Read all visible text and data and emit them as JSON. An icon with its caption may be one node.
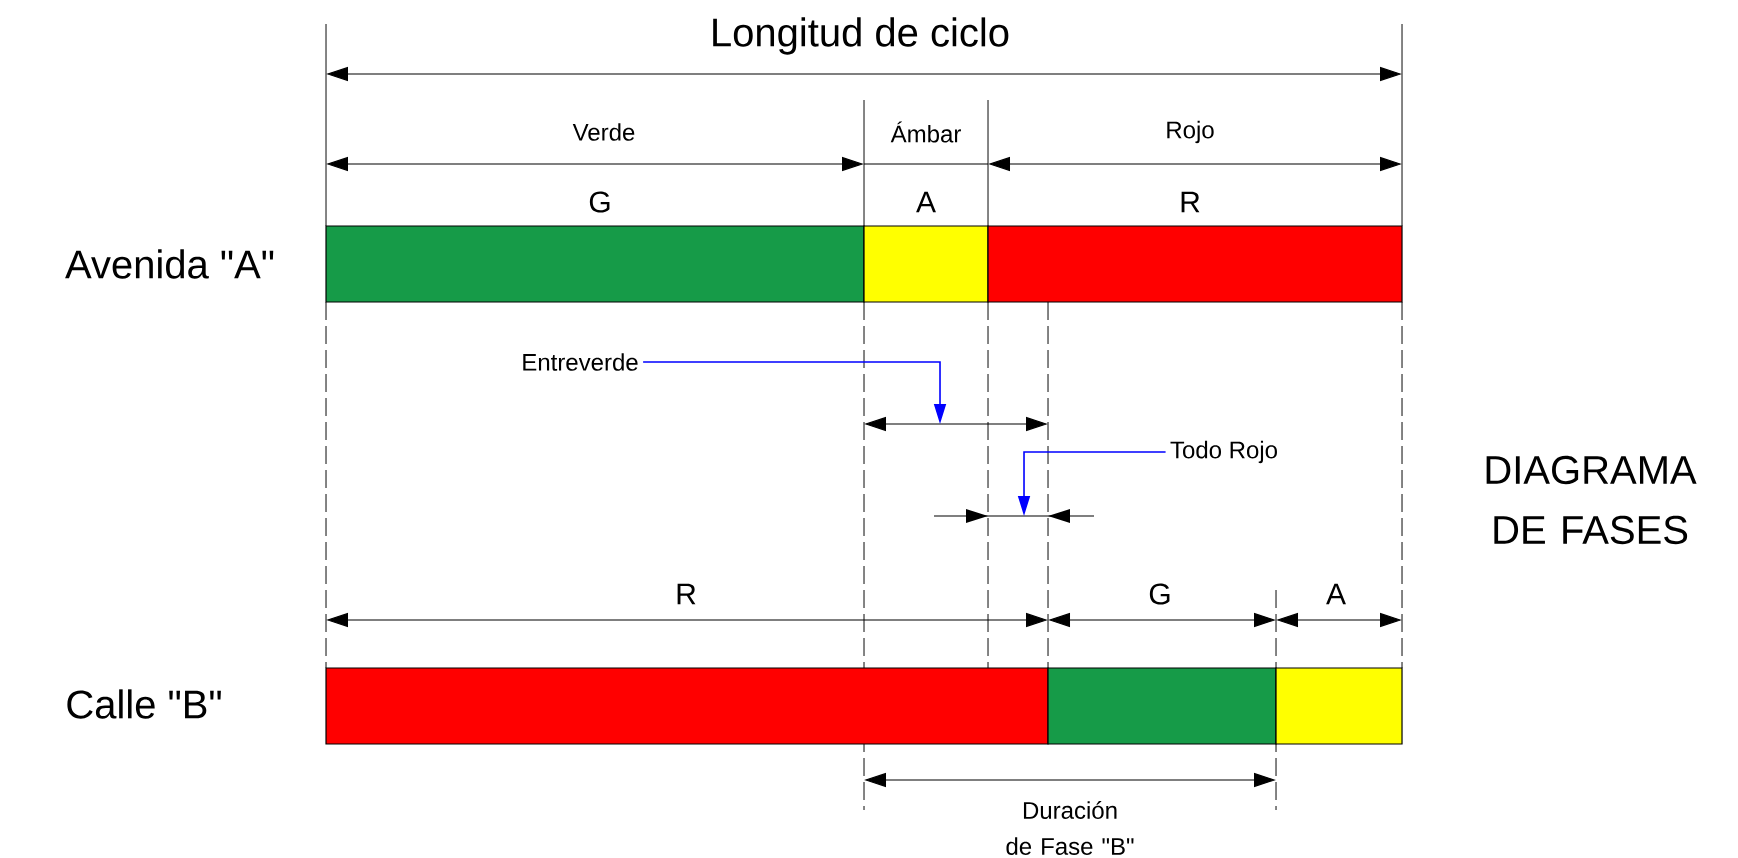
{
  "diagram": {
    "nodes": [
      {
        "text": [],
        "shape": "bar"
      },
      {
        "text": [],
        "shape": "bar"
      },
      {
        "text": [],
        "shape": "bar"
      },
      {
        "text": [
          "Entreverde"
        ]
      },
      {
        "text": [
          "Todo Rojo"
        ]
      },
      {
        "text": [],
        "shape": "bar"
      },
      {
        "text": [],
        "shape": "bar"
      },
      {
        "text": [],
        "shape": "bar"
      }
    ],
    "edges": [
      {
        "from": 3,
        "to": null,
        "arrow": "to"
      },
      {
        "from": 4,
        "to": null,
        "arrow": "to"
      }
    ],
    "labels": [
      "Longitud de ciclo",
      "Verde",
      "Ámbar",
      "Rojo",
      "G",
      "A",
      "R",
      "Avenida \"A\"",
      "DIAGRAMA DE FASES",
      "R",
      "G",
      "A",
      "Calle \"B\"",
      "Duración de Fase \"B\""
    ]
  }
}
